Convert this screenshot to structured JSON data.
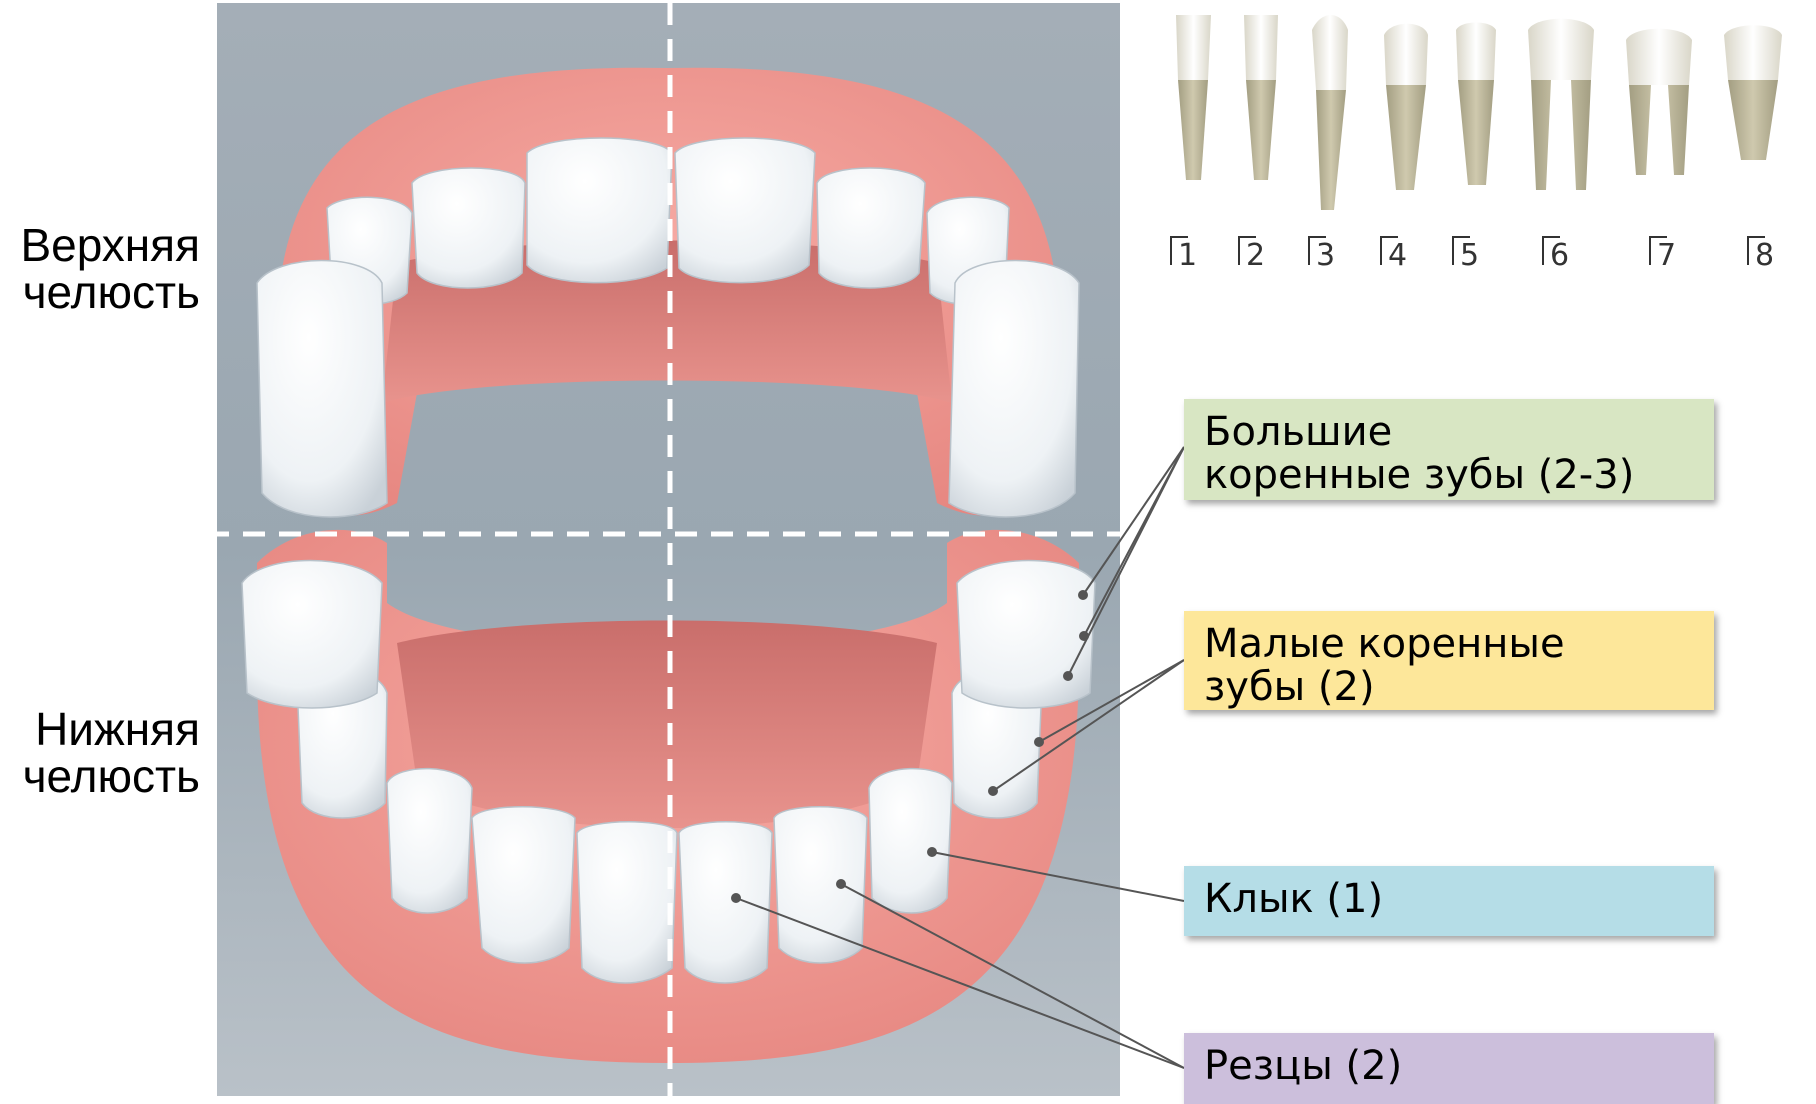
{
  "labels": {
    "upper_jaw": [
      "Верхняя",
      "челюсть"
    ],
    "lower_jaw": [
      "Нижняя",
      "челюсть"
    ]
  },
  "tooth_numbers": [
    "1",
    "2",
    "3",
    "4",
    "5",
    "6",
    "7",
    "8"
  ],
  "callouts": {
    "molars": [
      "Большие",
      "коренные зубы (2-3)"
    ],
    "premolars": [
      "Малые коренные",
      "зубы (2)"
    ],
    "canine": [
      "Клык (1)"
    ],
    "incisors": [
      "Резцы (2)"
    ]
  },
  "colors": {
    "molars_bg": "#d8e6c3",
    "premolars_bg": "#fde79a",
    "canine_bg": "#b5dde7",
    "incisors_bg": "#ccbfdc",
    "gum": "#ef9a93",
    "tooth": "#f2f5f7",
    "background": "#9eabb5"
  }
}
